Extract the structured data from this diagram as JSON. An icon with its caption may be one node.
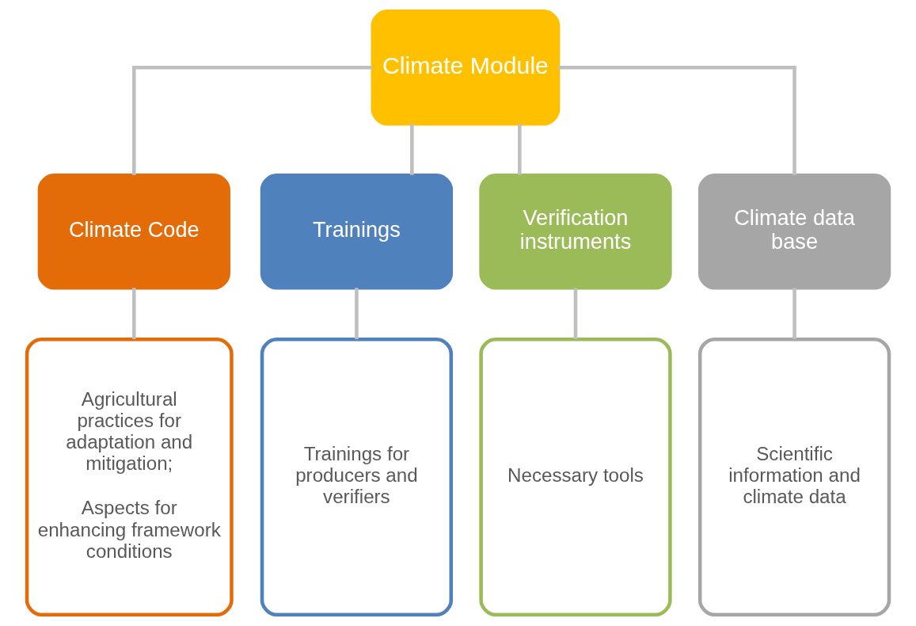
{
  "diagram": {
    "nodes": [
      {
        "text": [
          "Climate Module"
        ]
      },
      {
        "text": [
          "Climate Code"
        ]
      },
      {
        "text": [
          "Trainings"
        ]
      },
      {
        "text": [
          "Verification instruments"
        ]
      },
      {
        "text": [
          "Climate data base"
        ]
      },
      {
        "text": [
          "Agricultural practices for adaptation and mitigation;",
          "Aspects for enhancing framework conditions"
        ]
      },
      {
        "text": [
          "Trainings for producers and verifiers"
        ]
      },
      {
        "text": [
          "Necessary tools"
        ]
      },
      {
        "text": [
          "Scientific information and climate data"
        ]
      }
    ],
    "edges": [
      {
        "from": 0,
        "to": 1,
        "arrow": "none"
      },
      {
        "from": 0,
        "to": 2,
        "arrow": "none"
      },
      {
        "from": 0,
        "to": 3,
        "arrow": "none"
      },
      {
        "from": 0,
        "to": 4,
        "arrow": "none"
      },
      {
        "from": 1,
        "to": 5,
        "arrow": "none"
      },
      {
        "from": 2,
        "to": 6,
        "arrow": "none"
      },
      {
        "from": 3,
        "to": 7,
        "arrow": "none"
      },
      {
        "from": 4,
        "to": 8,
        "arrow": "none"
      }
    ]
  }
}
